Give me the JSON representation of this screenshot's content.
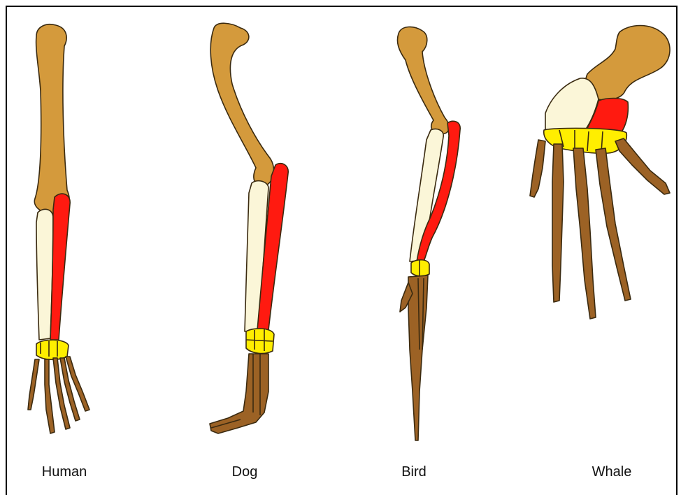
{
  "colors": {
    "humerus": "#d49a3c",
    "ulna": "#fbf6d8",
    "radius": "#ff1a10",
    "carpals": "#ffee00",
    "phalanges": "#9c6225",
    "outline": "#3a2a10"
  },
  "limbs": [
    {
      "id": "human",
      "label": "Human"
    },
    {
      "id": "dog",
      "label": "Dog"
    },
    {
      "id": "bird",
      "label": "Bird"
    },
    {
      "id": "whale",
      "label": "Whale"
    }
  ]
}
